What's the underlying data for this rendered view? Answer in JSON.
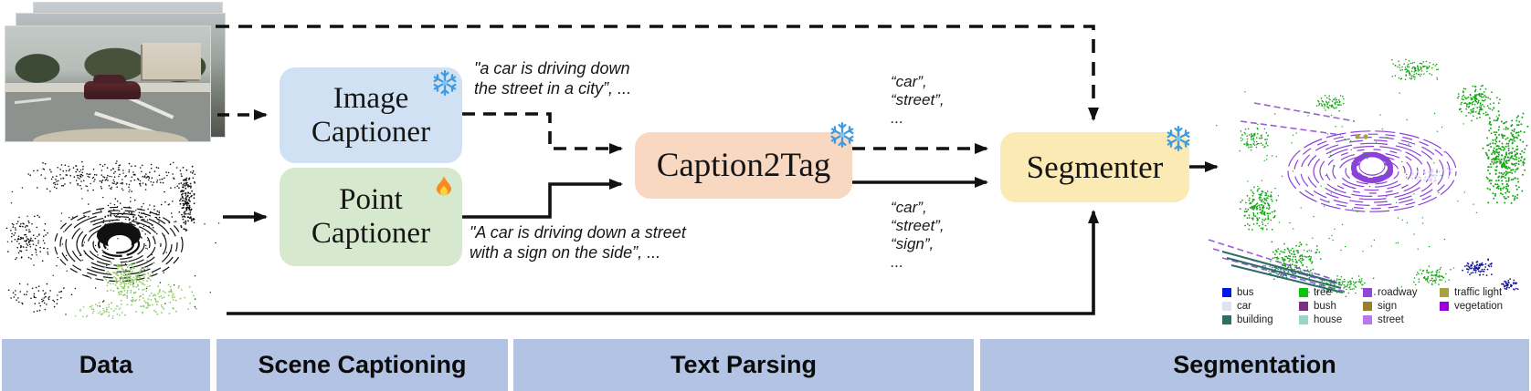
{
  "figure": {
    "description": "Point-cloud semantic segmentation pipeline diagram"
  },
  "pipeline": {
    "image_captioner": {
      "label": "Image Captioner",
      "state": "frozen"
    },
    "point_captioner": {
      "label": "Point Captioner",
      "state": "trainable"
    },
    "caption2tag": {
      "label": "Caption2Tag",
      "state": "frozen"
    },
    "segmenter": {
      "label": "Segmenter",
      "state": "frozen"
    }
  },
  "captions": {
    "image_caption_lines": [
      "\"a car is driving down",
      "the street in a city”, ..."
    ],
    "point_caption_lines": [
      "\"A car is driving down a street",
      "with a sign on the side”, ..."
    ]
  },
  "tags": {
    "image_tags_lines": [
      "“car”,",
      "“street”,",
      "..."
    ],
    "point_tags_lines": [
      "“car”,",
      "“street”,",
      "“sign”,",
      "..."
    ]
  },
  "legend": {
    "items": [
      {
        "label": "bus",
        "color": "#0018ee"
      },
      {
        "label": "car",
        "color": "#dfe3f4"
      },
      {
        "label": "building",
        "color": "#2f6e66"
      },
      {
        "label": "tree",
        "color": "#0ec20e"
      },
      {
        "label": "bush",
        "color": "#77337f"
      },
      {
        "label": "house",
        "color": "#99d5c9"
      },
      {
        "label": "roadway",
        "color": "#9048d8"
      },
      {
        "label": "sign",
        "color": "#98802a"
      },
      {
        "label": "street",
        "color": "#b877ea"
      },
      {
        "label": "traffic light",
        "color": "#a7a23e"
      },
      {
        "label": "vegetation",
        "color": "#9a00dd"
      }
    ]
  },
  "sections": [
    {
      "label": "Data"
    },
    {
      "label": "Scene Captioning"
    },
    {
      "label": "Text Parsing"
    },
    {
      "label": "Segmentation"
    }
  ],
  "colors": {
    "stage_bar": "#b3c3e3",
    "image_captioner_fill": "#cfe1f3",
    "point_captioner_fill": "#d6e9ce",
    "caption2tag_fill": "#f8d8c1",
    "segmenter_fill": "#fceab4",
    "arrow": "#111111"
  }
}
